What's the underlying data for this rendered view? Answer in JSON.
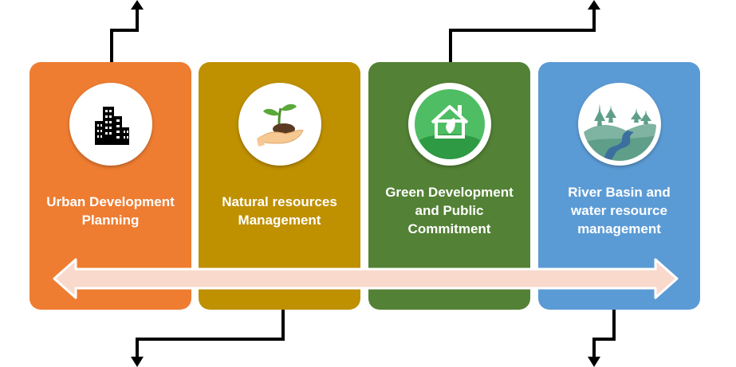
{
  "cards": [
    {
      "line1": "Urban Development",
      "line2": "Planning",
      "line3": "",
      "color": "#ee7d32",
      "icon": "buildings-icon"
    },
    {
      "line1": "Natural resources",
      "line2": "Management",
      "line3": "",
      "color": "#bf9000",
      "icon": "seedling-in-hand-icon"
    },
    {
      "line1": "Green Development",
      "line2": "and Public",
      "line3": "Commitment",
      "color": "#538135",
      "icon": "green-house-icon"
    },
    {
      "line1": "River Basin and",
      "line2": "water resource",
      "line3": "management",
      "color": "#5b9bd5",
      "icon": "river-landscape-icon"
    }
  ],
  "arrow_color": "#f8d9cc",
  "connector_color": "#000000"
}
